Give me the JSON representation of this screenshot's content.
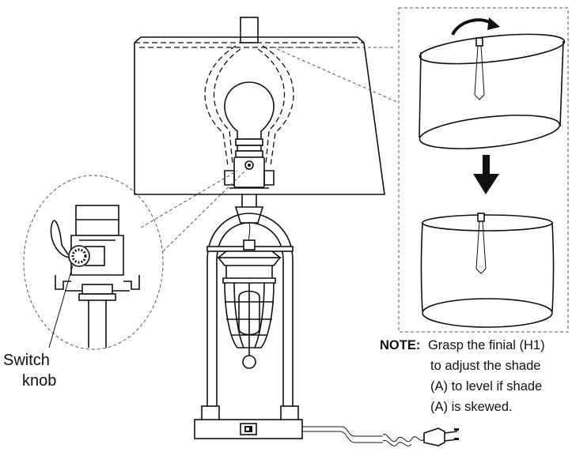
{
  "labels": {
    "switch_knob_line1": "Switch",
    "switch_knob_line2": "knob"
  },
  "note": {
    "heading": "NOTE:",
    "line1": "Grasp the finial (H1)",
    "line2": "to adjust the shade",
    "line3": "(A) to level if shade",
    "line4": "(A) is skewed."
  }
}
